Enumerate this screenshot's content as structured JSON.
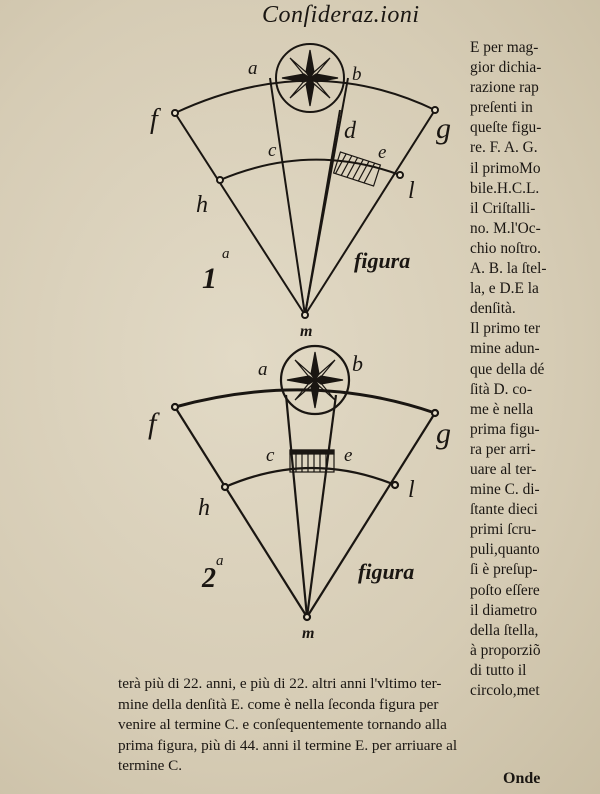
{
  "header": {
    "title": "Conſideraz.ioni"
  },
  "figures": [
    {
      "labels": {
        "a": "a",
        "b": "b",
        "c": "c",
        "d": "d",
        "e": "e",
        "f": "f",
        "g": "g",
        "h": "h",
        "l": "l",
        "m": "m"
      },
      "number": "1",
      "superscript": "a",
      "caption": "figura"
    },
    {
      "labels": {
        "a": "a",
        "b": "b",
        "c": "c",
        "e": "e",
        "f": "f",
        "g": "g",
        "h": "h",
        "l": "l",
        "m": "m"
      },
      "number": "2",
      "superscript": "a",
      "caption": "figura"
    }
  ],
  "side_text": [
    "E per mag-",
    "gior dichia-",
    "razione rap",
    "preſenti in",
    "queſte figu-",
    "re. F. A. G.",
    "il primoMo",
    "bile.H.C.L.",
    "il Criſtalli-",
    "no. M.l'Oc-",
    "chio noſtro.",
    "A. B. la ſtel-",
    "la, e D.E la",
    "denſità.",
    "Il primo ter",
    "mine adun-",
    "que della dé",
    "ſità D. co-",
    "me è nella",
    "prima figu-",
    "ra per arri-",
    "uare al ter-",
    "mine C. di-",
    "ſtante dieci",
    "primi ſcru-",
    "puli,quanto",
    "ſi è preſup-",
    "poſto eſſere",
    "il diametro",
    "della ſtella,",
    "à proporziõ",
    "di tutto il",
    "circolo,met"
  ],
  "bottom_text": [
    "terà più di 22. anni, e più di 22. altri anni l'vltimo ter-",
    "mine della denſità E. come è nella ſeconda figura per",
    "venire al termine C. e conſequentemente tornando alla",
    "prima figura, più di 44. anni il termine E. per arriuare al",
    "termine C."
  ],
  "catchword": "Onde"
}
